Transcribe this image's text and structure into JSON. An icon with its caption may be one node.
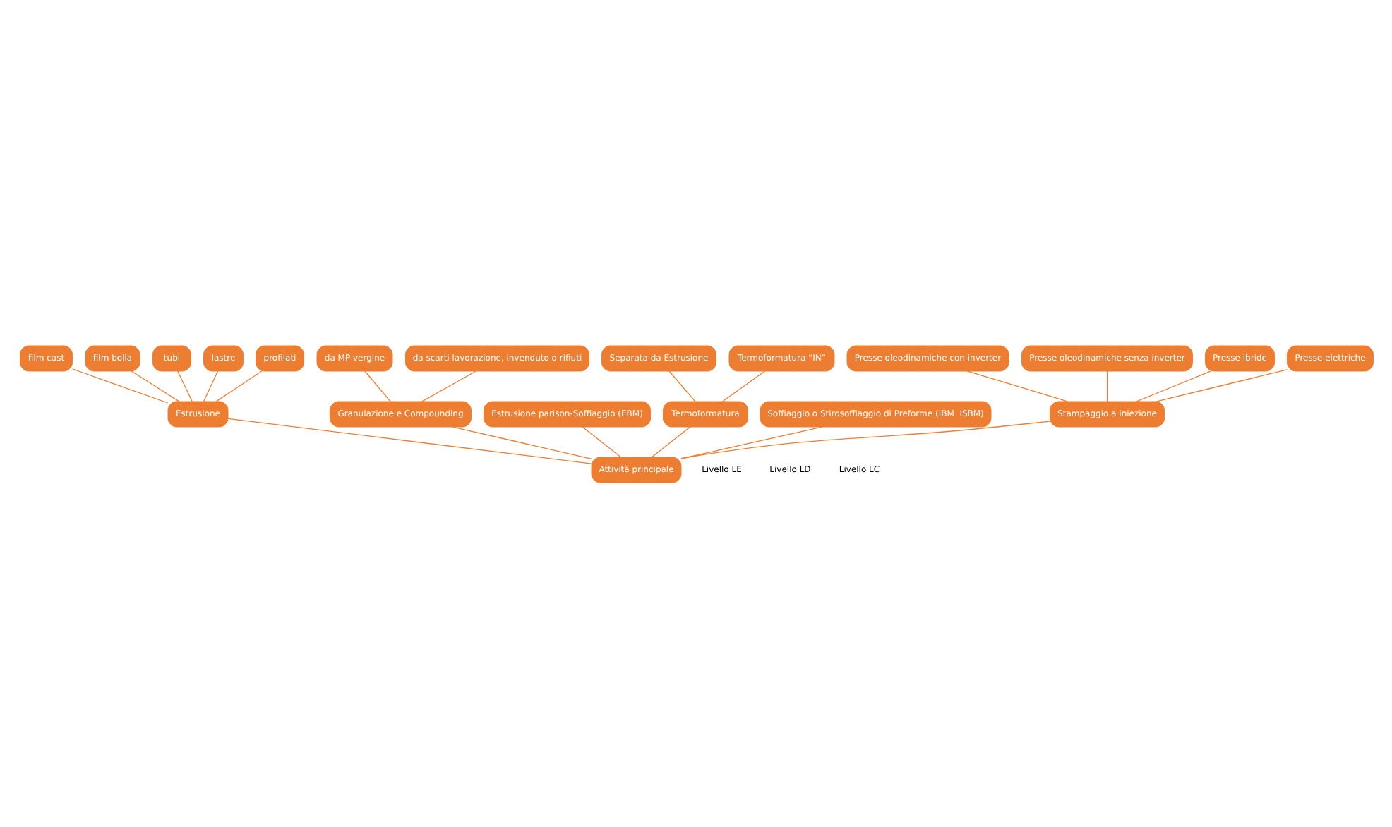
{
  "diagram": {
    "nodes": [
      {
        "text": [
          "Attività principale"
        ]
      },
      {
        "text": [
          "Estrusione"
        ]
      },
      {
        "text": [
          "Granulazione e Compounding"
        ]
      },
      {
        "text": [
          "Estrusione parison-Soffiaggio (EBM)"
        ]
      },
      {
        "text": [
          "Termoformatura"
        ]
      },
      {
        "text": [
          "Soffiaggio o Stirosoffiaggio di Preforme (IBM  ISBM)"
        ]
      },
      {
        "text": [
          "Stampaggio a iniezione"
        ]
      },
      {
        "text": [
          "film cast"
        ]
      },
      {
        "text": [
          "film bolla"
        ]
      },
      {
        "text": [
          "tubi"
        ]
      },
      {
        "text": [
          "lastre"
        ]
      },
      {
        "text": [
          "profilati"
        ]
      },
      {
        "text": [
          "da MP vergine"
        ]
      },
      {
        "text": [
          "da scarti lavorazione, invenduto o rifiuti"
        ]
      },
      {
        "text": [
          "Separata da Estrusione"
        ]
      },
      {
        "text": [
          "Termoformatura “IN”"
        ]
      },
      {
        "text": [
          "Presse oleodinamiche con inverter"
        ]
      },
      {
        "text": [
          "Presse oleodinamiche senza inverter"
        ]
      },
      {
        "text": [
          "Presse ibride"
        ]
      },
      {
        "text": [
          "Presse elettriche"
        ]
      }
    ],
    "edges": [
      {
        "from": 0,
        "to": 1,
        "arrow": "none"
      },
      {
        "from": 0,
        "to": 2,
        "arrow": "none"
      },
      {
        "from": 0,
        "to": 3,
        "arrow": "none"
      },
      {
        "from": 0,
        "to": 4,
        "arrow": "none"
      },
      {
        "from": 0,
        "to": 5,
        "arrow": "none"
      },
      {
        "from": 0,
        "to": 6,
        "arrow": "none"
      },
      {
        "from": 1,
        "to": 7,
        "arrow": "none"
      },
      {
        "from": 1,
        "to": 8,
        "arrow": "none"
      },
      {
        "from": 1,
        "to": 9,
        "arrow": "none"
      },
      {
        "from": 1,
        "to": 10,
        "arrow": "none"
      },
      {
        "from": 1,
        "to": 11,
        "arrow": "none"
      },
      {
        "from": 2,
        "to": 12,
        "arrow": "none"
      },
      {
        "from": 2,
        "to": 13,
        "arrow": "none"
      },
      {
        "from": 4,
        "to": 14,
        "arrow": "none"
      },
      {
        "from": 4,
        "to": 15,
        "arrow": "none"
      },
      {
        "from": 6,
        "to": 16,
        "arrow": "none"
      },
      {
        "from": 6,
        "to": 17,
        "arrow": "none"
      },
      {
        "from": 6,
        "to": 18,
        "arrow": "none"
      },
      {
        "from": 6,
        "to": 19,
        "arrow": "none"
      }
    ],
    "labels": [
      "Livello LE",
      "Livello LD",
      "Livello LC"
    ]
  }
}
